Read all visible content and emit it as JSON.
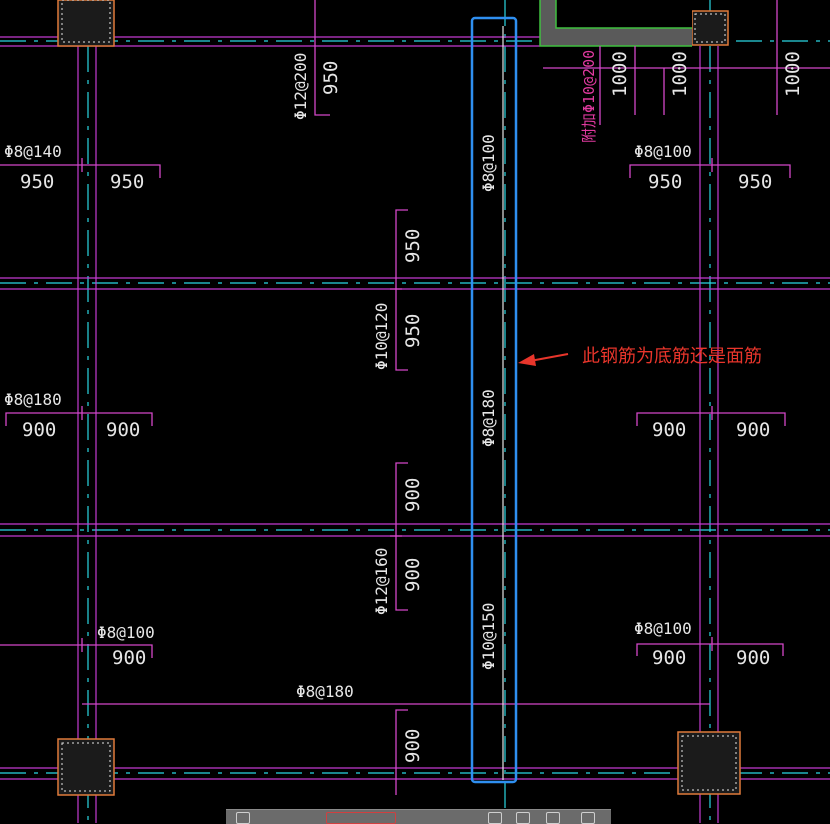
{
  "dims": {
    "d950": "950",
    "d900": "900",
    "d1000": "1000"
  },
  "rebar": {
    "top_left": "Φ12@200",
    "top_mid_v": "Φ8@100",
    "top_pink": "附加Φ10@200",
    "left_1": "Φ8@140",
    "right_1": "Φ8@100",
    "mid_v1": "Φ10@120",
    "left_2": "Φ8@180",
    "mid_v2": "Φ8@180",
    "mid_v3": "Φ12@160",
    "left_3": "Φ8@100",
    "mid_v4": "Φ10@150",
    "right_3": "Φ8@100",
    "bottom_h": "Φ8@180"
  },
  "annotation": {
    "question": "此钢筋为底筋还是面筋",
    "highlight_color": "#2f8ff0",
    "arrow_color": "#e8352b"
  }
}
